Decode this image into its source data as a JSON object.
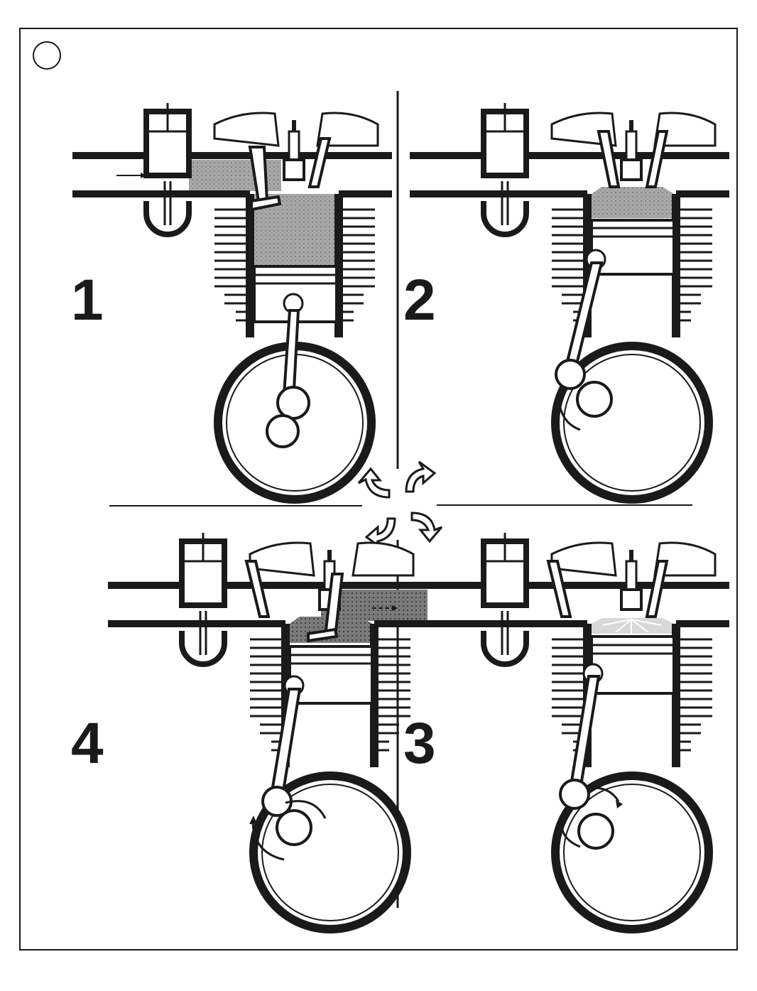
{
  "diagram": {
    "colors": {
      "ink": "#1a1a1a",
      "gas": "#9a9a9a",
      "exhaust": "#6e6e6e",
      "paper": "#ffffff"
    },
    "stages": [
      {
        "number": "1",
        "stroke": "intake",
        "panel": "top-left"
      },
      {
        "number": "2",
        "stroke": "compression",
        "panel": "top-right"
      },
      {
        "number": "3",
        "stroke": "power",
        "panel": "bottom-right"
      },
      {
        "number": "4",
        "stroke": "exhaust",
        "panel": "bottom-left"
      }
    ],
    "icons": {
      "corner": "circle-icon",
      "center": "cycle-arrows-icon"
    }
  }
}
